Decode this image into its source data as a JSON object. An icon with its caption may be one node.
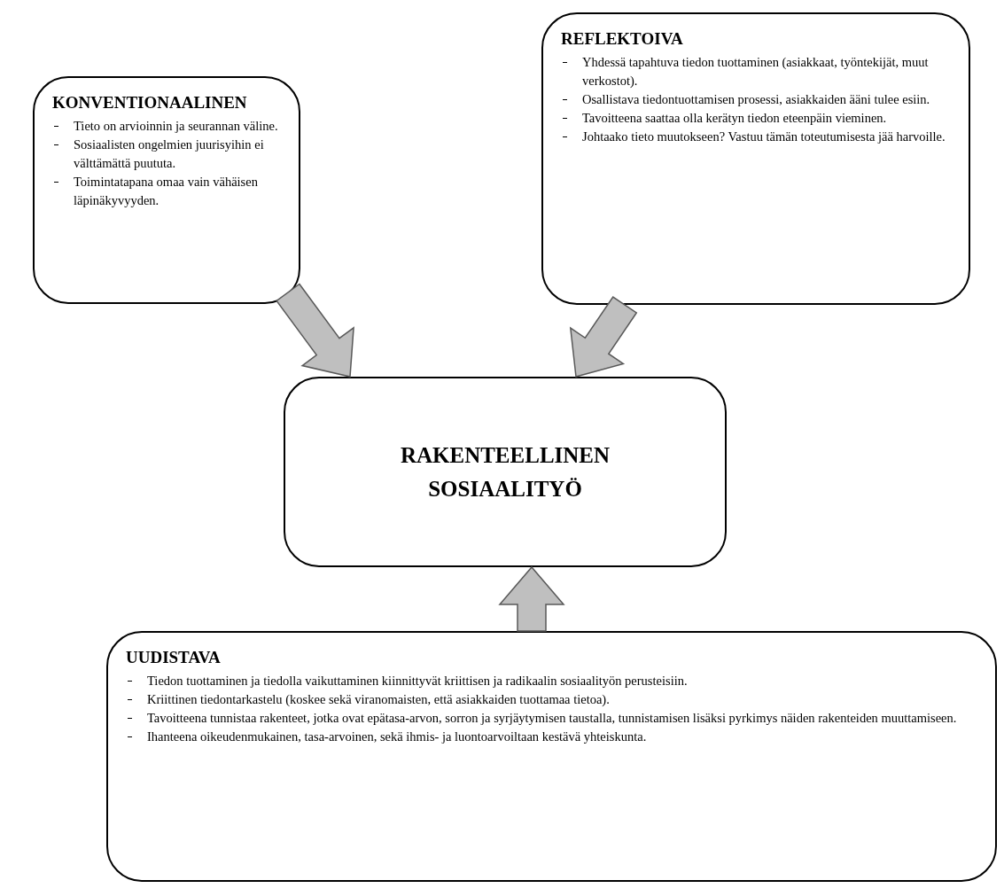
{
  "diagram": {
    "nodes": [
      {
        "text": [
          "KONVENTIONAALINEN",
          "Tieto on arvioinnin ja seurannan väline.",
          "Sosiaalisten ongelmien juurisyihin ei välttämättä puututa.",
          "Toimintatapana omaa vain vähäisen läpinäkyvyyden."
        ]
      },
      {
        "text": [
          "REFLEKTOIVA",
          "Yhdessä tapahtuva tiedon tuottaminen (asiakkaat, työntekijät, muut verkostot).",
          "Osallistava tiedontuottamisen prosessi, asiakkaiden ääni tulee esiin.",
          "Tavoitteena saattaa olla kerätyn tiedon eteenpäin vieminen.",
          "Johtaako tieto muutokseen? Vastuu tämän toteutumisesta jää harvoille."
        ]
      },
      {
        "text": [
          "RAKENTEELLINEN SOSIAALITYÖ"
        ]
      },
      {
        "text": [
          "UUDISTAVA",
          "Tiedon tuottaminen ja tiedolla vaikuttaminen kiinnittyvät kriittisen ja radikaalin sosiaalityön perusteisiin.",
          "Kriittinen tiedontarkastelu (koskee sekä viranomaisten, että asiakkaiden tuottamaa tietoa).",
          "Tavoitteena tunnistaa rakenteet, jotka ovat epätasa-arvon, sorron ja syrjäytymisen taustalla, tunnistamisen lisäksi pyrkimys näiden rakenteiden muuttamiseen.",
          "Ihanteena oikeudenmukainen, tasa-arvoinen, sekä ihmis- ja luontoarvoiltaan kestävä yhteiskunta."
        ]
      }
    ],
    "edges": [
      {
        "from": 0,
        "to": 2,
        "arrow": "to",
        "style": "thick"
      },
      {
        "from": 1,
        "to": 2,
        "arrow": "to",
        "style": "thick"
      },
      {
        "from": 3,
        "to": 2,
        "arrow": "to",
        "style": "thick"
      }
    ]
  }
}
